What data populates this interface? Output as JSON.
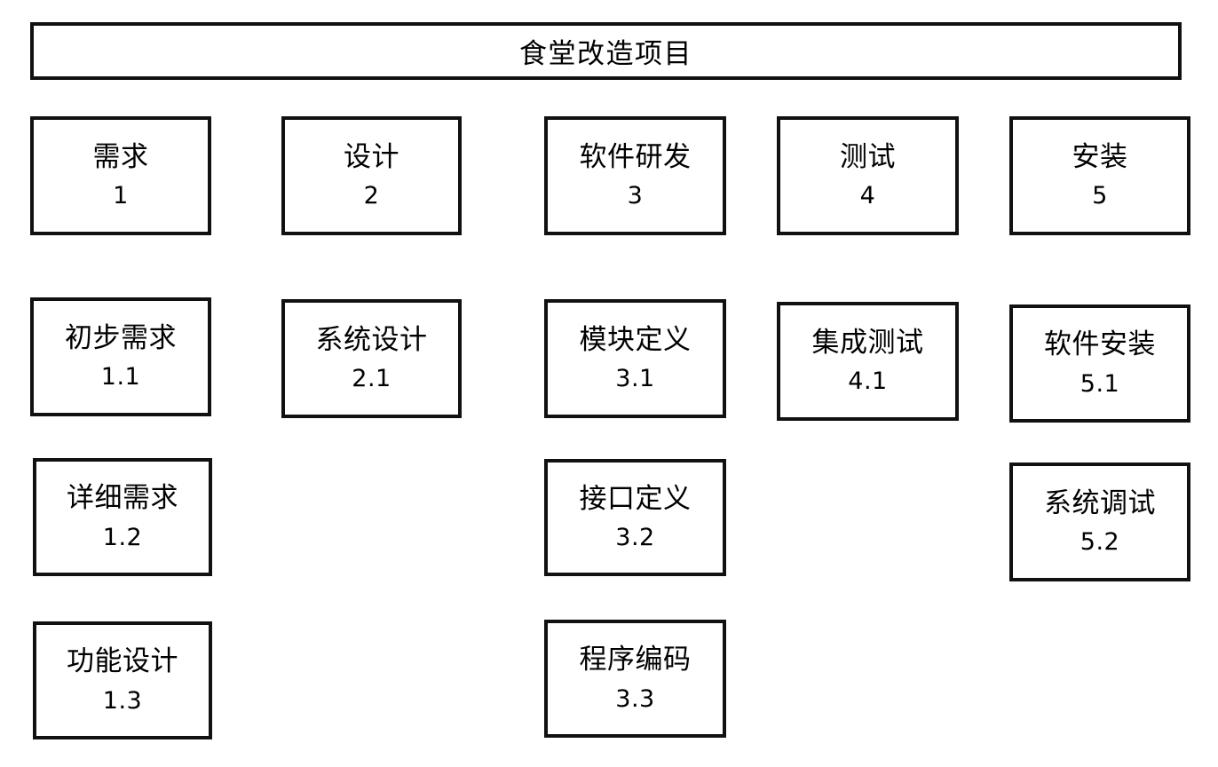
{
  "diagram": {
    "kind": "work-breakdown-structure",
    "title": "食堂改造项目",
    "background_color": "#ffffff",
    "line_color": "#111111",
    "text_color": "#000000",
    "columns": [
      {
        "id": "col-1",
        "name": "需求"
      },
      {
        "id": "col-2",
        "name": "设计"
      },
      {
        "id": "col-3",
        "name": "软件研发"
      },
      {
        "id": "col-4",
        "name": "测试"
      },
      {
        "id": "col-5",
        "name": "安装"
      }
    ],
    "levels": [
      {
        "level": 1,
        "nodes": [
          {
            "label": "需求",
            "code": "1",
            "col": 1
          },
          {
            "label": "设计",
            "code": "2",
            "col": 2
          },
          {
            "label": "软件研发",
            "code": "3",
            "col": 3
          },
          {
            "label": "测试",
            "code": "4",
            "col": 4
          },
          {
            "label": "安装",
            "code": "5",
            "col": 5
          }
        ]
      },
      {
        "level": 2,
        "nodes": [
          {
            "label": "初步需求",
            "code": "1.1",
            "col": 1
          },
          {
            "label": "系统设计",
            "code": "2.1",
            "col": 2
          },
          {
            "label": "模块定义",
            "code": "3.1",
            "col": 3
          },
          {
            "label": "集成测试",
            "code": "4.1",
            "col": 4
          },
          {
            "label": "软件安装",
            "code": "5.1",
            "col": 5
          }
        ]
      },
      {
        "level": 3,
        "nodes": [
          {
            "label": "详细需求",
            "code": "1.2",
            "col": 1
          },
          {
            "label": "接口定义",
            "code": "3.2",
            "col": 3
          },
          {
            "label": "系统调试",
            "code": "5.2",
            "col": 5
          }
        ]
      },
      {
        "level": 4,
        "nodes": [
          {
            "label": "功能设计",
            "code": "1.3",
            "col": 1
          },
          {
            "label": "程序编码",
            "code": "3.3",
            "col": 3
          }
        ]
      }
    ]
  },
  "nodes": {
    "title": {
      "label": "食堂改造项目"
    },
    "r1c1": {
      "label": "需求",
      "code": "1"
    },
    "r1c2": {
      "label": "设计",
      "code": "2"
    },
    "r1c3": {
      "label": "软件研发",
      "code": "3"
    },
    "r1c4": {
      "label": "测试",
      "code": "4"
    },
    "r1c5": {
      "label": "安装",
      "code": "5"
    },
    "r2c1": {
      "label": "初步需求",
      "code": "1.1"
    },
    "r2c2": {
      "label": "系统设计",
      "code": "2.1"
    },
    "r2c3": {
      "label": "模块定义",
      "code": "3.1"
    },
    "r2c4": {
      "label": "集成测试",
      "code": "4.1"
    },
    "r2c5": {
      "label": "软件安装",
      "code": "5.1"
    },
    "r3c1": {
      "label": "详细需求",
      "code": "1.2"
    },
    "r3c3": {
      "label": "接口定义",
      "code": "3.2"
    },
    "r3c5": {
      "label": "系统调试",
      "code": "5.2"
    },
    "r4c1": {
      "label": "功能设计",
      "code": "1.3"
    },
    "r4c3": {
      "label": "程序编码",
      "code": "3.3"
    }
  }
}
